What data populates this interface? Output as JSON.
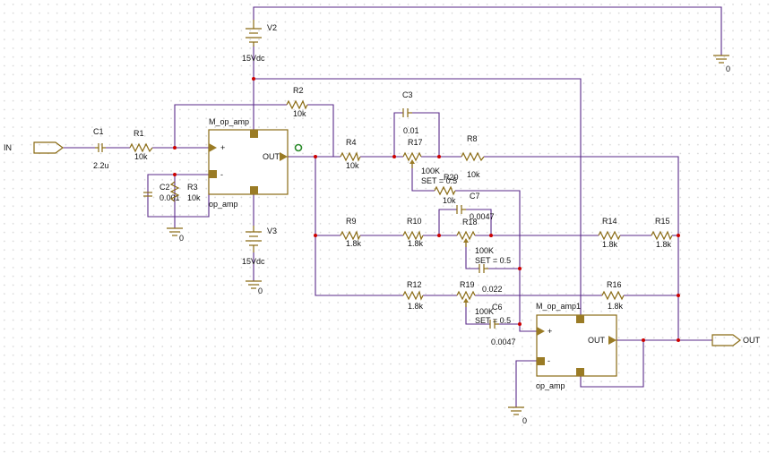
{
  "ports": {
    "in": "IN",
    "out": "OUT"
  },
  "gnd": {
    "label": "0"
  },
  "sources": {
    "v2": {
      "name": "V2",
      "value": "15Vdc"
    },
    "v3": {
      "name": "V3",
      "value": "15Vdc"
    }
  },
  "opamps": {
    "u1": {
      "name": "M_op_amp",
      "model": "op_amp",
      "plus": "+",
      "minus": "-",
      "out": "OUT"
    },
    "u2": {
      "name": "M_op_amp1",
      "model": "op_amp",
      "plus": "+",
      "minus": "-",
      "out": "OUT"
    }
  },
  "components": {
    "c1": {
      "name": "C1",
      "value": "2.2u"
    },
    "r1": {
      "name": "R1",
      "value": "10k"
    },
    "c2": {
      "name": "C2",
      "value": "0.001"
    },
    "r3": {
      "name": "R3",
      "value": "10k"
    },
    "r2": {
      "name": "R2",
      "value": "10k"
    },
    "c3": {
      "name": "C3",
      "value": "0.01"
    },
    "r4": {
      "name": "R4",
      "value": "10k"
    },
    "r17": {
      "name": "R17",
      "value": "100K",
      "set": "SET = 0.5"
    },
    "r8": {
      "name": "R8",
      "value": "10k"
    },
    "r20": {
      "name": "R20",
      "value": "10k"
    },
    "c7": {
      "name": "C7",
      "value": "0.0047"
    },
    "r9": {
      "name": "R9",
      "value": "1.8k"
    },
    "r10": {
      "name": "R10",
      "value": "1.8k"
    },
    "r18": {
      "name": "R18",
      "value": "100K",
      "set": "SET = 0.5"
    },
    "r14": {
      "name": "R14",
      "value": "1.8k"
    },
    "r15": {
      "name": "R15",
      "value": "1.8k"
    },
    "c_mid": {
      "value": "0.022"
    },
    "r12": {
      "name": "R12",
      "value": "1.8k"
    },
    "r19": {
      "name": "R19",
      "value": "100K",
      "set": "SET = 0.5"
    },
    "c6": {
      "name": "C6",
      "value": "0.0047"
    },
    "r16": {
      "name": "R16",
      "value": "1.8k"
    }
  }
}
